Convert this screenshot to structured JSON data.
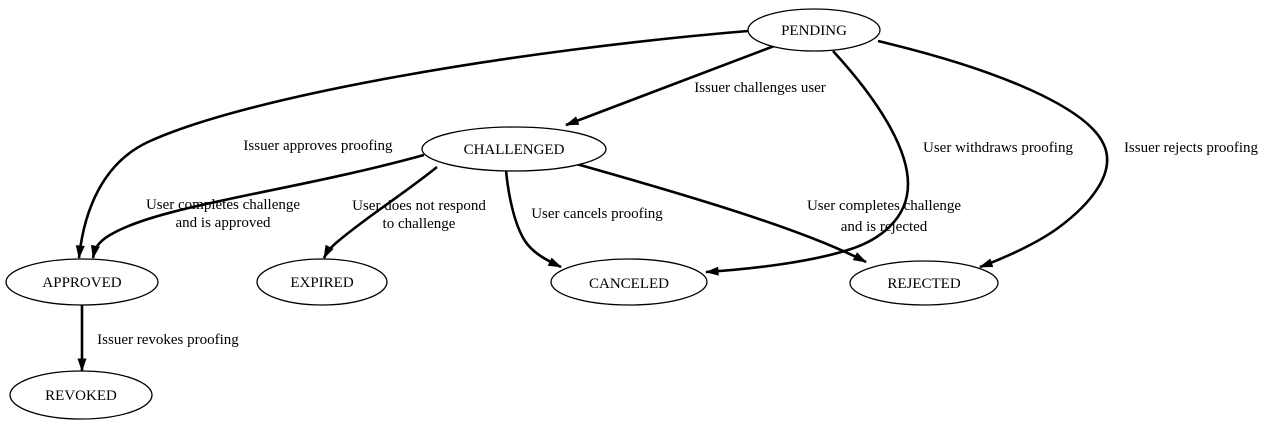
{
  "diagram": {
    "type": "state-machine",
    "colors": {
      "background": "#ffffff",
      "stroke": "#000000",
      "text": "#000000"
    },
    "nodes": [
      {
        "id": "pending",
        "label": "PENDING"
      },
      {
        "id": "challenged",
        "label": "CHALLENGED"
      },
      {
        "id": "approved",
        "label": "APPROVED"
      },
      {
        "id": "expired",
        "label": "EXPIRED"
      },
      {
        "id": "canceled",
        "label": "CANCELED"
      },
      {
        "id": "rejected",
        "label": "REJECTED"
      },
      {
        "id": "revoked",
        "label": "REVOKED"
      }
    ],
    "edges": [
      {
        "from": "PENDING",
        "to": "CHALLENGED",
        "lines": [
          "Issuer challenges user"
        ]
      },
      {
        "from": "PENDING",
        "to": "APPROVED",
        "lines": [
          "Issuer approves proofing"
        ]
      },
      {
        "from": "PENDING",
        "to": "CANCELED",
        "lines": [
          "User withdraws proofing"
        ]
      },
      {
        "from": "PENDING",
        "to": "REJECTED",
        "lines": [
          "Issuer rejects proofing"
        ]
      },
      {
        "from": "CHALLENGED",
        "to": "APPROVED",
        "lines": [
          "User completes challenge",
          "and is approved"
        ]
      },
      {
        "from": "CHALLENGED",
        "to": "EXPIRED",
        "lines": [
          "User does not respond",
          "to challenge"
        ]
      },
      {
        "from": "CHALLENGED",
        "to": "CANCELED",
        "lines": [
          "User cancels proofing"
        ]
      },
      {
        "from": "CHALLENGED",
        "to": "REJECTED",
        "lines": [
          "User completes challenge",
          "and is rejected"
        ]
      },
      {
        "from": "APPROVED",
        "to": "REVOKED",
        "lines": [
          "Issuer revokes proofing"
        ]
      }
    ]
  }
}
